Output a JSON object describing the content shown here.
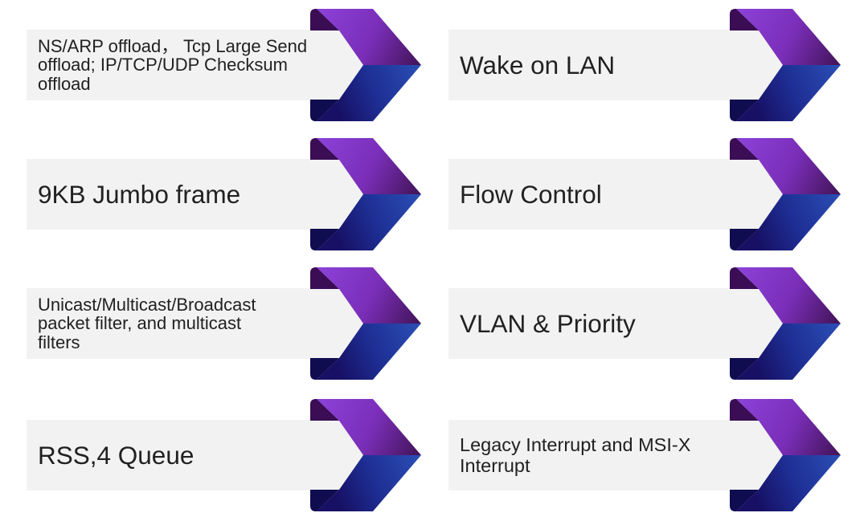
{
  "slide": {
    "description": "NIC feature list diagram",
    "tiles": [
      {
        "id": "offloads",
        "text": "NS/ARP offload， Tcp Large Send\noffload; IP/TCP/UDP Checksum\noffload"
      },
      {
        "id": "wake-on-lan",
        "text": "Wake on LAN"
      },
      {
        "id": "jumbo-frame",
        "text": "9KB Jumbo frame"
      },
      {
        "id": "flow-control",
        "text": "Flow Control"
      },
      {
        "id": "packet-filters",
        "text": "Unicast/Multicast/Broadcast\npacket filter, and multicast\nfilters"
      },
      {
        "id": "vlan-priority",
        "text": "VLAN & Priority"
      },
      {
        "id": "rss-queue",
        "text": "RSS,4 Queue"
      },
      {
        "id": "interrupts",
        "text": "Legacy Interrupt and MSI-X\nInterrupt"
      }
    ]
  },
  "icons": {
    "arrow": "ribbon-chevron-right"
  },
  "colors": {
    "box_bg": "#f2f2f2",
    "text": "#212121",
    "purple_light": "#8b40d6",
    "purple_mid": "#7a2eb8",
    "purple_dark": "#401355",
    "purple_fold": "#3a0d54",
    "blue_dark": "#171064",
    "blue_mid": "#1e2f95",
    "blue_light": "#2b4fb5",
    "blue_fold": "#100c50"
  }
}
